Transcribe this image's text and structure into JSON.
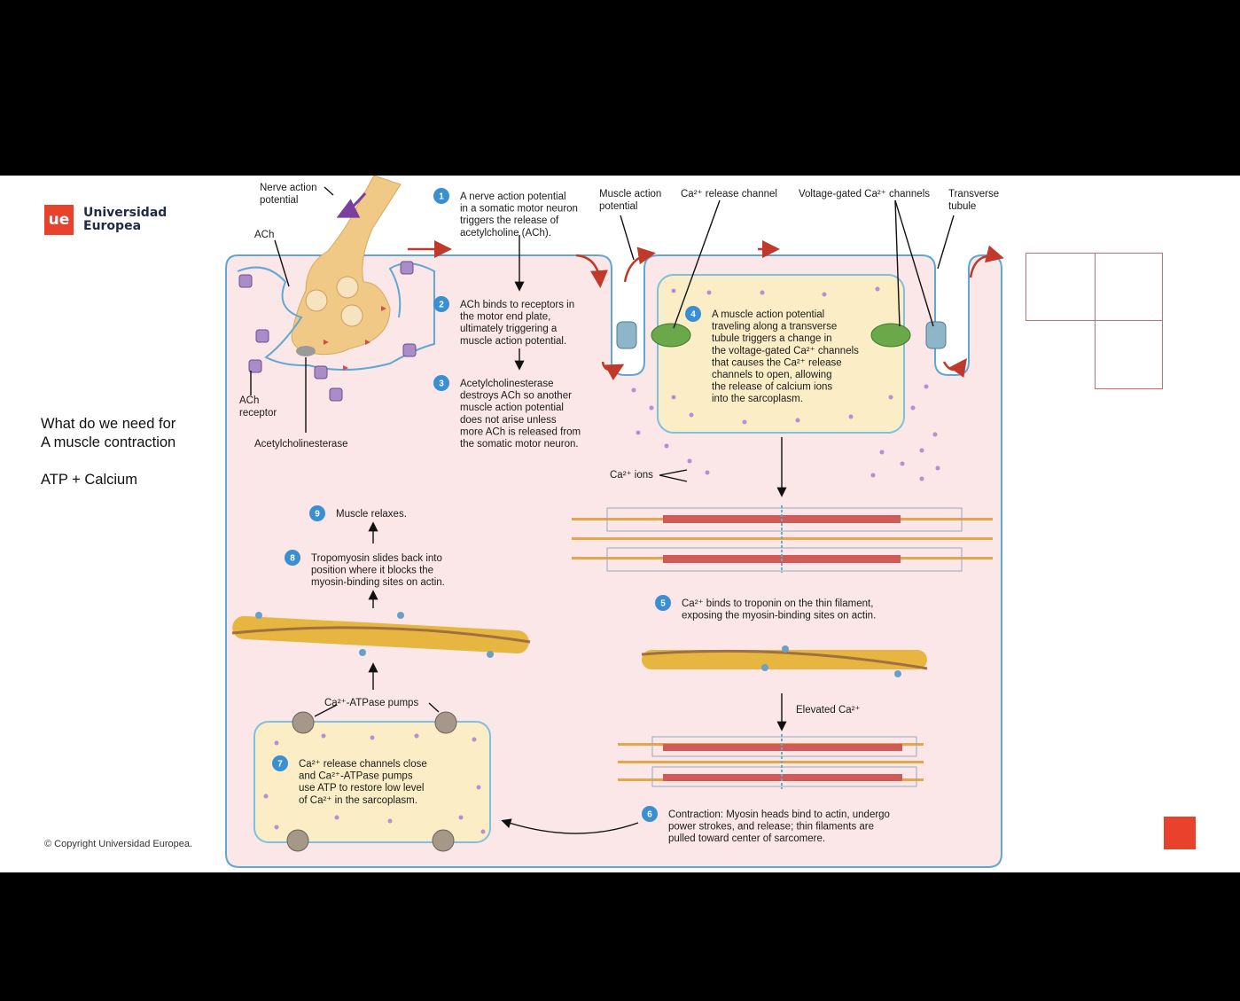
{
  "logo": {
    "mark": "ue",
    "line1": "Universidad",
    "line2": "Europea",
    "icon": "ue-logo-icon",
    "color": "#e8412c"
  },
  "sidebar": {
    "question_line1": "What do we need for",
    "question_line2": "A muscle contraction",
    "answer": "ATP + Calcium"
  },
  "copyright": "© Copyright Universidad Europea.",
  "accent_color": "#e8412c",
  "diagram": {
    "labels": {
      "nerve_line1": "Nerve action",
      "nerve_line2": "potential",
      "ach": "ACh",
      "ach_receptor_line1": "ACh",
      "ach_receptor_line2": "receptor",
      "acetylcholinesterase": "Acetylcholinesterase",
      "muscle_ap_line1": "Muscle action",
      "muscle_ap_line2": "potential",
      "ca_release_channel": "Ca²⁺ release channel",
      "voltage_gated": "Voltage-gated Ca²⁺ channels",
      "transverse_line1": "Transverse",
      "transverse_line2": "tubule",
      "ca_ions": "Ca²⁺ ions",
      "pumps": "Ca²⁺-ATPase pumps",
      "elevated": "Elevated Ca²⁺"
    },
    "steps": [
      {
        "num": "1",
        "lines": [
          "A nerve action potential",
          "in a somatic motor neuron",
          "triggers the release of",
          "acetylcholine (ACh)."
        ]
      },
      {
        "num": "2",
        "lines": [
          "ACh binds to receptors in",
          "the motor end plate,",
          "ultimately triggering a",
          "muscle action potential."
        ]
      },
      {
        "num": "3",
        "lines": [
          "Acetylcholinesterase",
          "destroys ACh so another",
          "muscle action potential",
          "does not arise unless",
          "more ACh is released from",
          "the somatic motor neuron."
        ]
      },
      {
        "num": "4",
        "lines": [
          "A muscle action potential",
          "traveling along a transverse",
          "tubule triggers a change in",
          "the voltage-gated Ca²⁺ channels",
          "that causes the Ca²⁺ release",
          "channels to open, allowing",
          "the release of calcium ions",
          "into the sarcoplasm."
        ]
      },
      {
        "num": "5",
        "lines": [
          "Ca²⁺ binds to troponin on the thin filament,",
          "exposing the myosin-binding sites on actin."
        ]
      },
      {
        "num": "6",
        "lines": [
          "Contraction: Myosin heads bind to actin, undergo",
          "power strokes, and release; thin filaments are",
          "pulled toward center of sarcomere."
        ]
      },
      {
        "num": "7",
        "lines": [
          "Ca²⁺ release channels close",
          "and Ca²⁺-ATPase pumps",
          "use ATP to restore low level",
          "of Ca²⁺ in the sarcoplasm."
        ]
      },
      {
        "num": "8",
        "lines": [
          "Tropomyosin slides back into",
          "position where it blocks the",
          "myosin-binding sites on actin."
        ]
      },
      {
        "num": "9",
        "lines": [
          "Muscle relaxes."
        ]
      }
    ]
  }
}
